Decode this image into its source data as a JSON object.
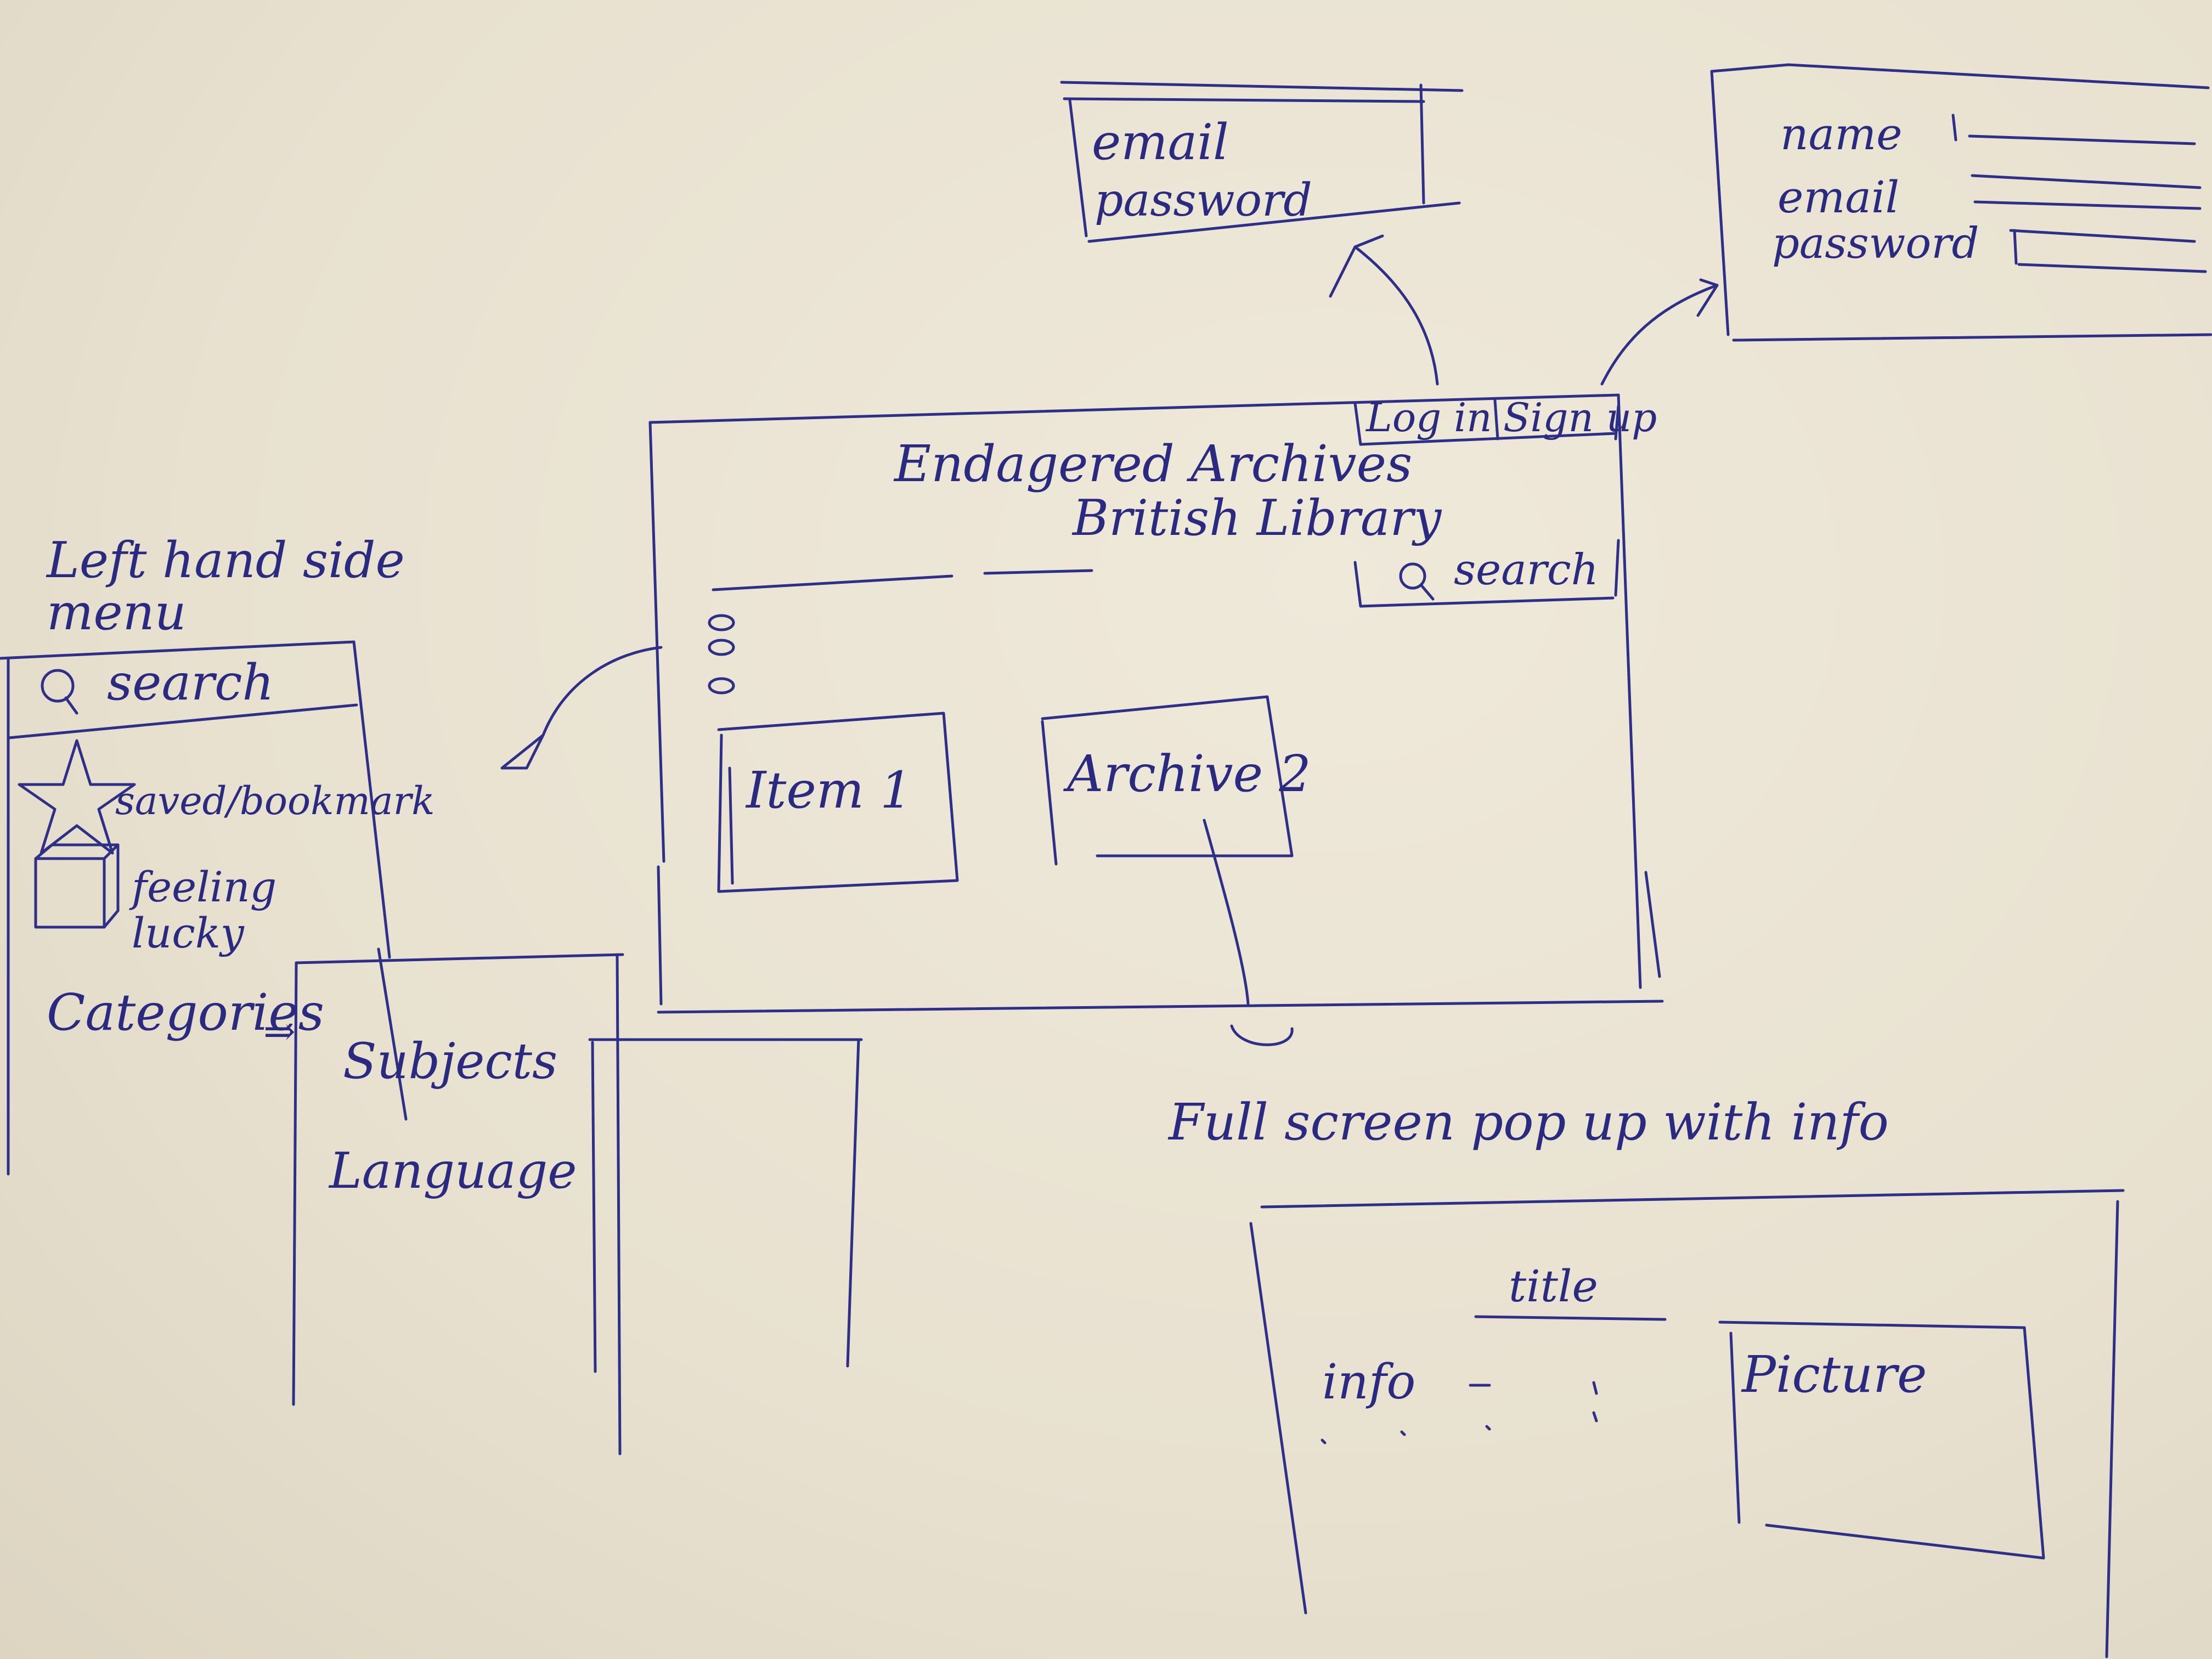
{
  "login_popup": {
    "email_label": "email",
    "password_label": "password"
  },
  "signup_popup": {
    "name_label": "name",
    "email_label": "email",
    "password_label": "password"
  },
  "main_page": {
    "title": "Endagered Archives",
    "subtitle": "British Library",
    "login_button": "Log in",
    "signup_button": "Sign up",
    "search_label": "search",
    "cards": [
      {
        "label": "Item 1"
      },
      {
        "label": "Archive 2"
      }
    ]
  },
  "side_menu": {
    "heading": "Left hand side menu",
    "search_label": "search",
    "saved_label": "saved/bookmark",
    "lucky_label": "feeling lucky",
    "categories_label": "Categories",
    "submenu": [
      "Subjects",
      "Language"
    ]
  },
  "popup_caption": "Full screen pop up with info",
  "info_popup": {
    "title": "title",
    "info_label": "info",
    "picture_label": "Picture"
  },
  "ink_color": "#2e2f86",
  "paper_color": "#ece6d6"
}
